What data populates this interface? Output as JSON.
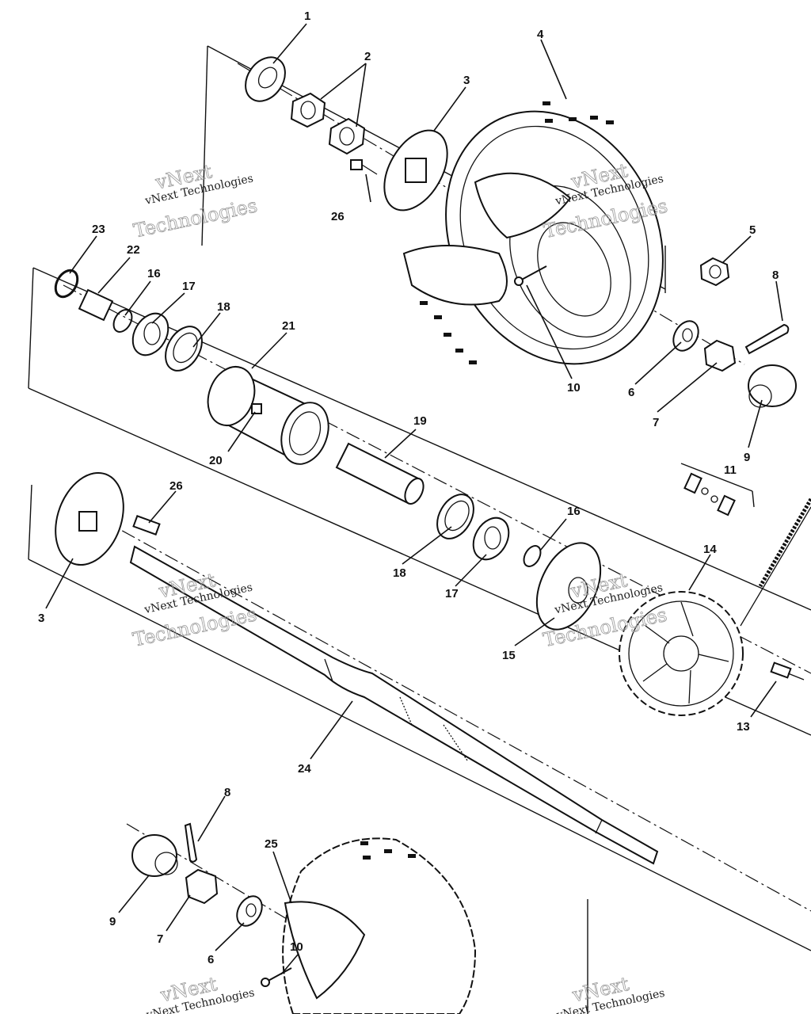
{
  "watermark": {
    "line1": "vNext Technologies",
    "big_top": "vNext",
    "big_bottom": "Technologies"
  },
  "callouts": {
    "c1": "1",
    "c2": "2",
    "c3": "3",
    "c4": "4",
    "c5": "5",
    "c6": "6",
    "c7": "7",
    "c8": "8",
    "c9": "9",
    "c10": "10",
    "c11": "11",
    "c13": "13",
    "c14": "14",
    "c15": "15",
    "c16": "16",
    "c17": "17",
    "c18": "18",
    "c19": "19",
    "c20": "20",
    "c21": "21",
    "c22": "22",
    "c23": "23",
    "c24": "24",
    "c25": "25",
    "c26": "26"
  }
}
